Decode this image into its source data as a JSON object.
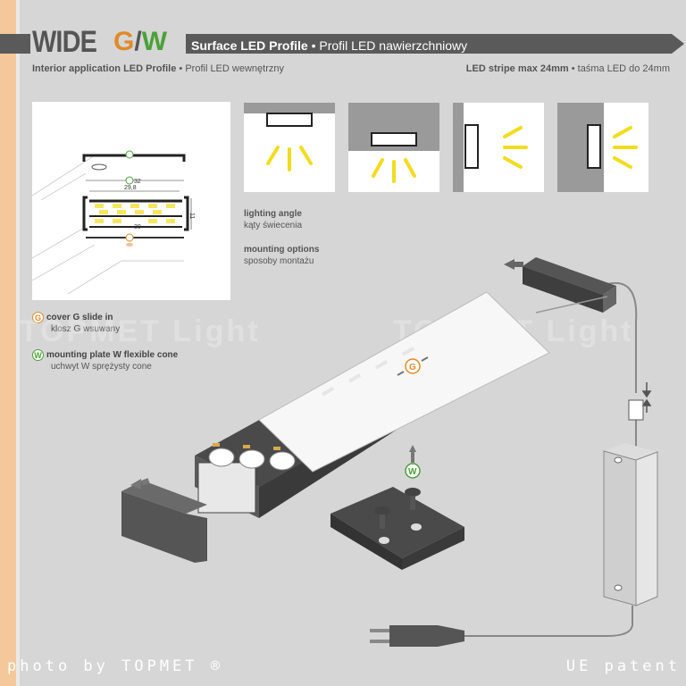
{
  "header": {
    "brand": "WIDE",
    "g": "G",
    "slash": "/",
    "w": "W",
    "bar_bold": "Surface LED Profile",
    "bar_rest": " • Profil LED nawierzchniowy",
    "sub_left_bold": "Interior application LED Profile",
    "sub_left_rest": " • Profil LED wewnętrzny",
    "sub_right_bold": "LED stripe max 24mm",
    "sub_right_rest": " • taśma LED do 24mm"
  },
  "drawing": {
    "dim_32": "32",
    "dim_298": "29,8",
    "dim_30": "30",
    "dim_11": "11"
  },
  "labels": {
    "lighting_angle": "lighting angle",
    "lighting_angle_pl": "kąty świecenia",
    "mounting_options": "mounting options",
    "mounting_options_pl": "sposoby montażu"
  },
  "legend": {
    "cover_badge": "G",
    "cover_en": "cover G slide in",
    "cover_pl": "klosz G wsuwany",
    "plate_badge": "W",
    "plate_en": "mounting plate W flexible cone",
    "plate_pl": "uchwyt W sprężysty cone"
  },
  "watermark": "TOPMET Light",
  "footer": {
    "left": "photo by TOPMET ®",
    "right": "UE patent"
  },
  "colors": {
    "accent_g": "#e08a2a",
    "accent_w": "#4aa238",
    "title_bar": "#5a5a5a",
    "background": "#d6d6d6",
    "stripe": "#f4c89a",
    "light_ray": "#f2dc1e"
  }
}
